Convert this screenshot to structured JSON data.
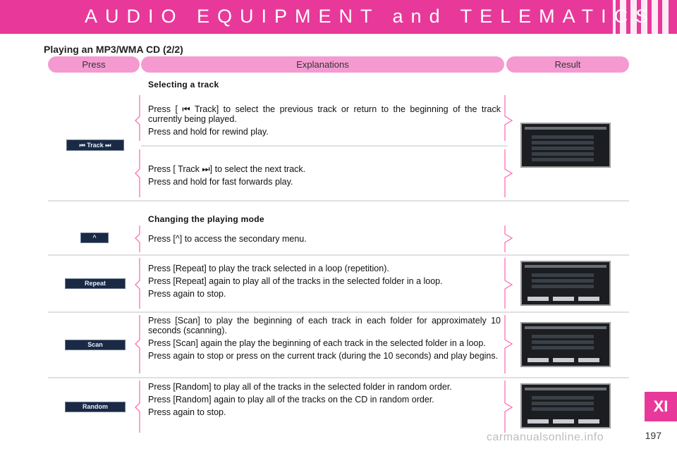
{
  "header": {
    "title": "AUDIO EQUIPMENT and TELEMATICS"
  },
  "section_title": "Playing an MP3/WMA CD (2/2)",
  "columns": {
    "press": "Press",
    "explanations": "Explanations",
    "result": "Result"
  },
  "track": {
    "heading": "Selecting a track",
    "button_label": "⏮ Track ⏭",
    "prev_lines": [
      "Press [ ⏮ Track] to select the previous track or return to the beginning of the track currently being played.",
      "Press and hold for rewind play."
    ],
    "next_lines": [
      "Press [ Track ⏭] to select the next track.",
      "Press and hold for fast forwards play."
    ]
  },
  "mode": {
    "heading": "Changing the playing mode",
    "up_button": "^",
    "up_line": "Press [^] to access the secondary menu.",
    "repeat_button": "Repeat",
    "repeat_lines": [
      "Press [Repeat] to play the track selected in a loop (repetition).",
      "Press [Repeat] again to play all of the tracks in the selected folder in a loop.",
      "Press again to stop."
    ],
    "scan_button": "Scan",
    "scan_lines": [
      "Press [Scan] to play the beginning of each track in each folder for approximately 10 seconds (scanning).",
      "Press [Scan] again the play the beginning of each track in the selected folder in a loop.",
      "Press again to stop or press on the current track (during the 10 seconds) and play begins."
    ],
    "random_button": "Random",
    "random_lines": [
      "Press [Random] to play all of the tracks in the selected folder in random order.",
      "Press [Random] again to play all of the tracks on the CD in random order.",
      "Press again to stop."
    ]
  },
  "chapter_tab": "XI",
  "page_number": "197",
  "watermark": "carmanualsonline.info",
  "colors": {
    "accent": "#e8399a",
    "column_header": "#f49ad0",
    "bracket": "#ff6eb4"
  }
}
